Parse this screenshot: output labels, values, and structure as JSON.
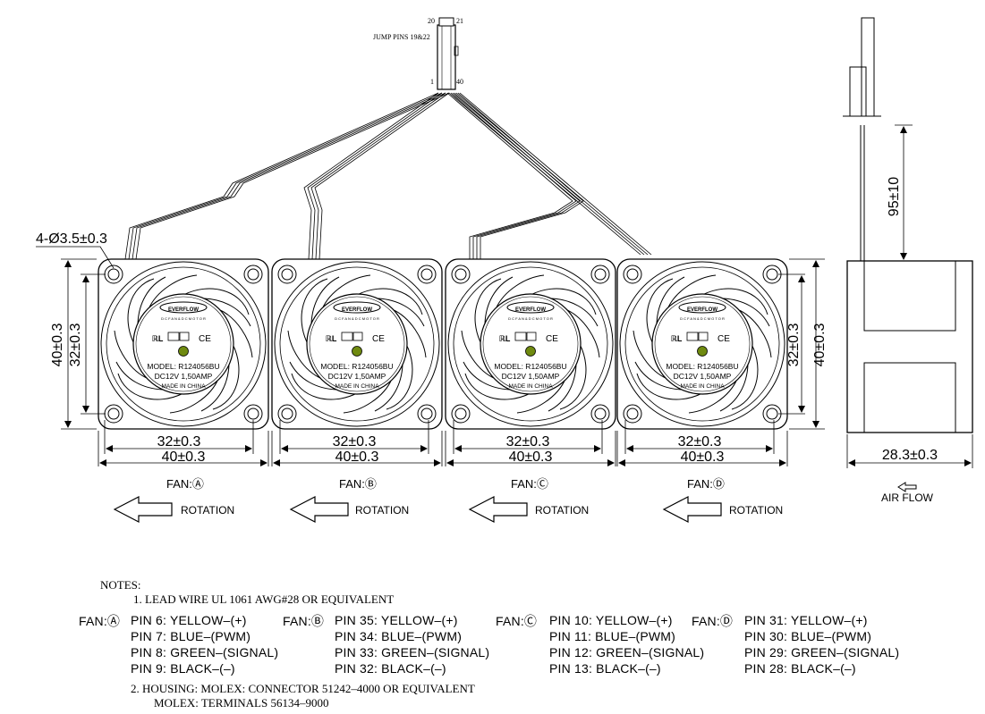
{
  "connector": {
    "label": "JUMP PINS 19&22",
    "pin_top_left": "20",
    "pin_top_right": "21",
    "pin_bottom_left": "1",
    "pin_bottom_right": "40"
  },
  "hole_spec": "4-Ø3.5±0.3",
  "fan_label": {
    "brand": "EVERFLOW",
    "tagline": "D C F A N & D C M O T O R",
    "ul_mark": "ℝL",
    "ce_mark": "CE",
    "model": "MODEL:  R124056BU",
    "rating": "DC12V   1,50AMP",
    "origin": "MADE IN CHINA"
  },
  "dimensions": {
    "height_outer": "40±0.3",
    "height_inner": "32±0.3",
    "width_inner": "32±0.3",
    "width_outer": "40±0.3",
    "lead_length": "95±10",
    "depth": "28.3±0.3"
  },
  "fans": [
    {
      "name": "FAN:Ⓐ",
      "rotation": "ROTATION"
    },
    {
      "name": "FAN:Ⓑ",
      "rotation": "ROTATION"
    },
    {
      "name": "FAN:Ⓒ",
      "rotation": "ROTATION"
    },
    {
      "name": "FAN:Ⓓ",
      "rotation": "ROTATION"
    }
  ],
  "air_flow": "AIR  FLOW",
  "notes": {
    "heading": "NOTES:",
    "note1": "1. LEAD WIRE UL 1061 AWG#28 OR EQUIVALENT",
    "pin_groups": [
      {
        "fan": "FAN:Ⓐ",
        "pins": [
          "PIN  6: YELLOW–(+)",
          "PIN  7: BLUE–(PWM)",
          "PIN  8: GREEN–(SIGNAL)",
          "PIN  9: BLACK–(–)"
        ]
      },
      {
        "fan": "FAN:Ⓑ",
        "pins": [
          "PIN  35: YELLOW–(+)",
          "PIN  34: BLUE–(PWM)",
          "PIN  33: GREEN–(SIGNAL)",
          "PIN  32: BLACK–(–)"
        ]
      },
      {
        "fan": "FAN:Ⓒ",
        "pins": [
          "PIN  10: YELLOW–(+)",
          "PIN  11: BLUE–(PWM)",
          "PIN  12: GREEN–(SIGNAL)",
          "PIN  13: BLACK–(–)"
        ]
      },
      {
        "fan": "FAN:Ⓓ",
        "pins": [
          "PIN  31: YELLOW–(+)",
          "PIN  30: BLUE–(PWM)",
          "PIN  29: GREEN–(SIGNAL)",
          "PIN  28: BLACK–(–)"
        ]
      }
    ],
    "note2_line1": "2. HOUSING: MOLEX: CONNECTOR  51242–4000  OR EQUIVALENT",
    "note2_line2": "MOLEX: TERMINALS  56134–9000"
  },
  "colors": {
    "line": "#000000",
    "led": "#6f8a10"
  }
}
